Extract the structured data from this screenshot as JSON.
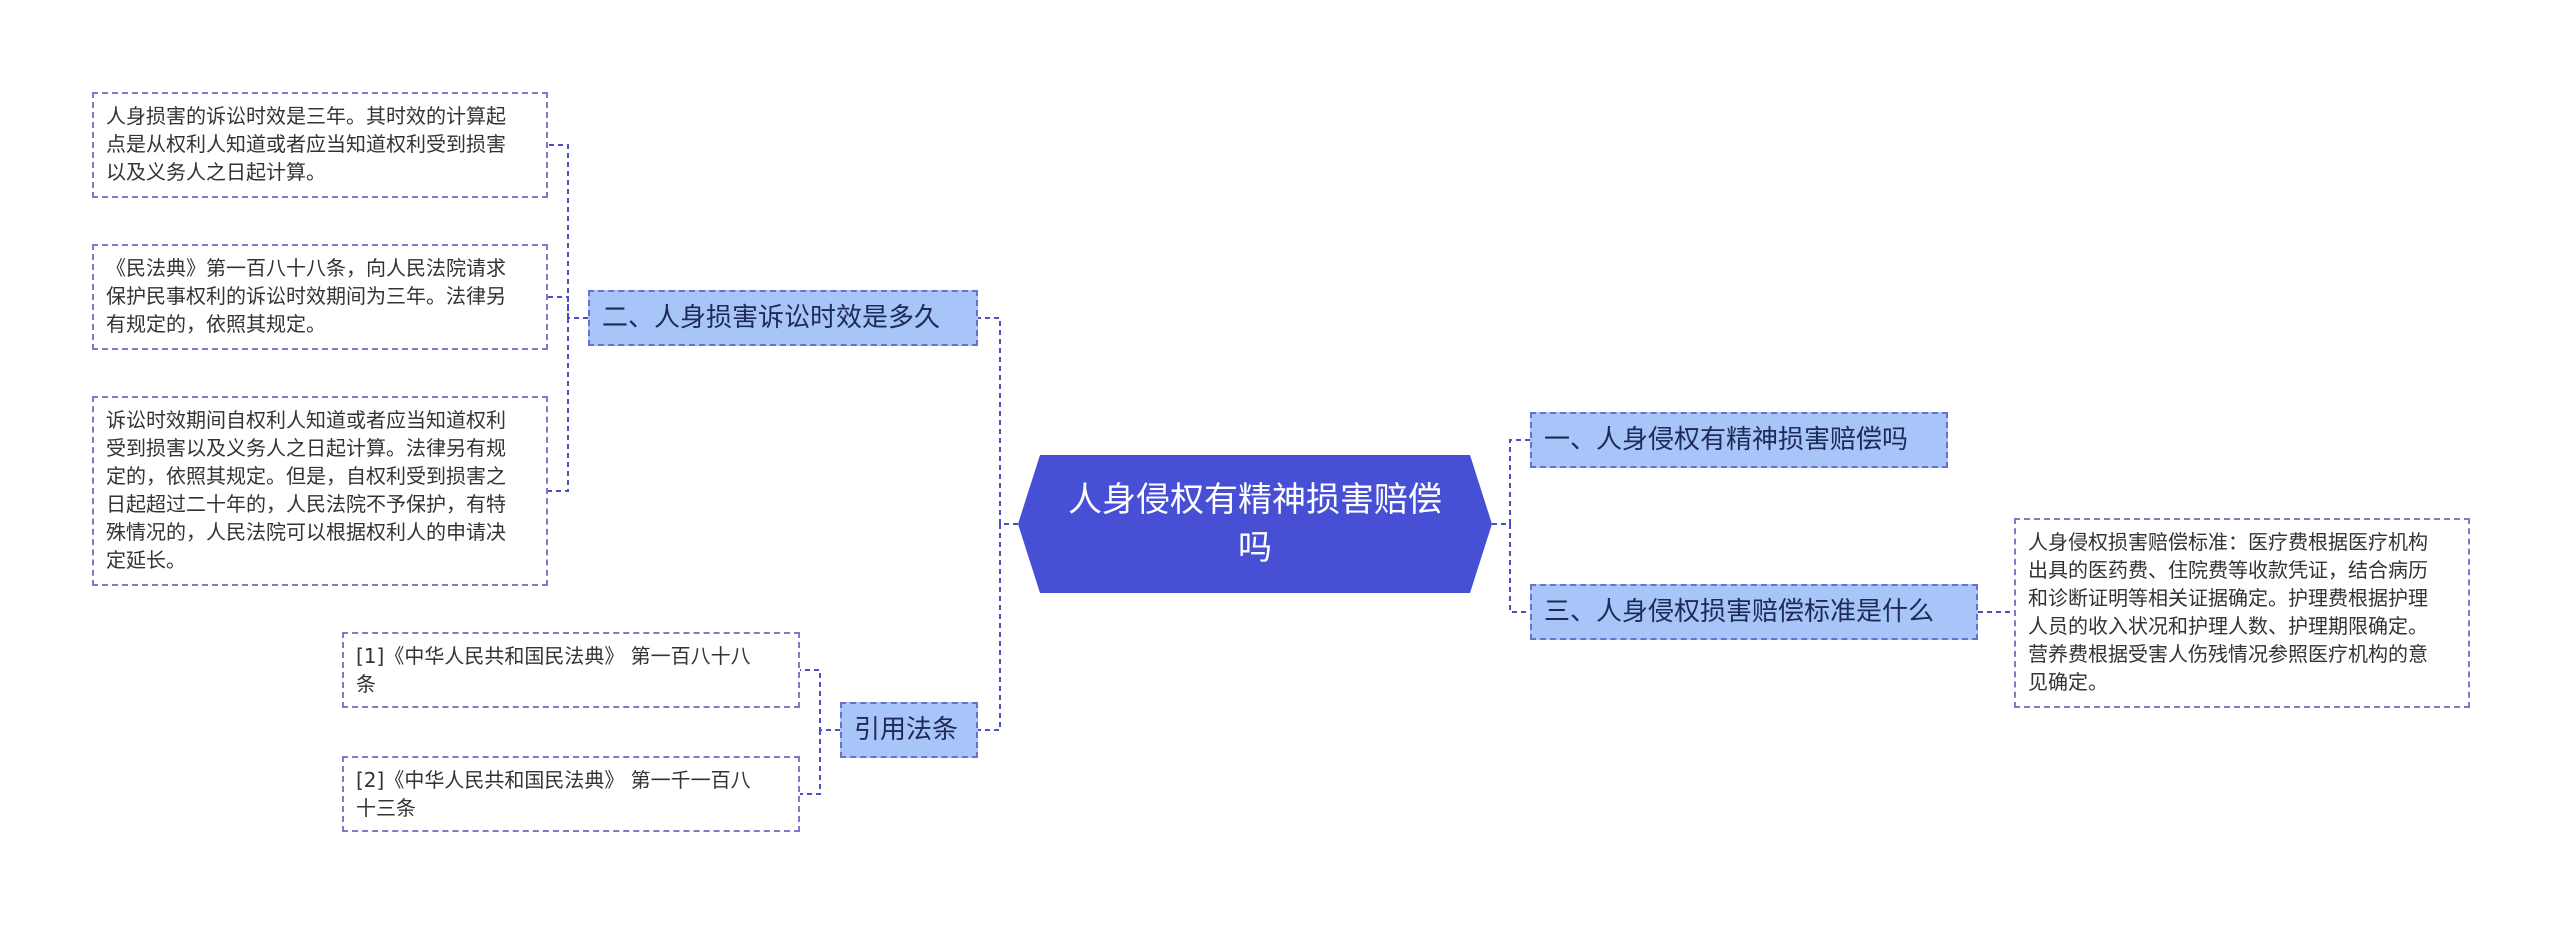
{
  "root": {
    "label": "人身侵权有精神损害赔偿吗"
  },
  "branches": {
    "b1": {
      "label": "二、人身损害诉讼时效是多久"
    },
    "b2": {
      "label": "引用法条"
    },
    "b3": {
      "label": "一、人身侵权有精神损害赔偿吗"
    },
    "b4": {
      "label": "三、人身侵权损害赔偿标准是什么"
    }
  },
  "leaves": {
    "l1": {
      "lines": [
        "人身损害的诉讼时效是三年。其时效的计算起",
        "点是从权利人知道或者应当知道权利受到损害",
        "以及义务人之日起计算。"
      ]
    },
    "l2": {
      "lines": [
        "《民法典》第一百八十八条，向人民法院请求",
        "保护民事权利的诉讼时效期间为三年。法律另",
        "有规定的，依照其规定。"
      ]
    },
    "l3": {
      "lines": [
        "诉讼时效期间自权利人知道或者应当知道权利",
        "受到损害以及义务人之日起计算。法律另有规",
        "定的，依照其规定。但是，自权利受到损害之",
        "日起超过二十年的，人民法院不予保护，有特",
        "殊情况的，人民法院可以根据权利人的申请决",
        "定延长。"
      ]
    },
    "l4": {
      "lines": [
        "[1]《中华人民共和国民法典》 第一百八十八",
        "条"
      ]
    },
    "l5": {
      "lines": [
        "[2]《中华人民共和国民法典》 第一千一百八",
        "十三条"
      ]
    },
    "l6": {
      "lines": [
        "人身侵权损害赔偿标准：医疗费根据医疗机构",
        "出具的医药费、住院费等收款凭证，结合病历",
        "和诊断证明等相关证据确定。护理费根据护理",
        "人员的收入状况和护理人数、护理期限确定。",
        "营养费根据受害人伤残情况参照医疗机构的意",
        "见确定。"
      ]
    }
  },
  "colors": {
    "root_fill": "#4750d4",
    "branch_fill": "#a7c5f9",
    "branch_border": "#6a6fd0",
    "leaf_border": "#8078c8",
    "connector": "#4a4fc4"
  }
}
